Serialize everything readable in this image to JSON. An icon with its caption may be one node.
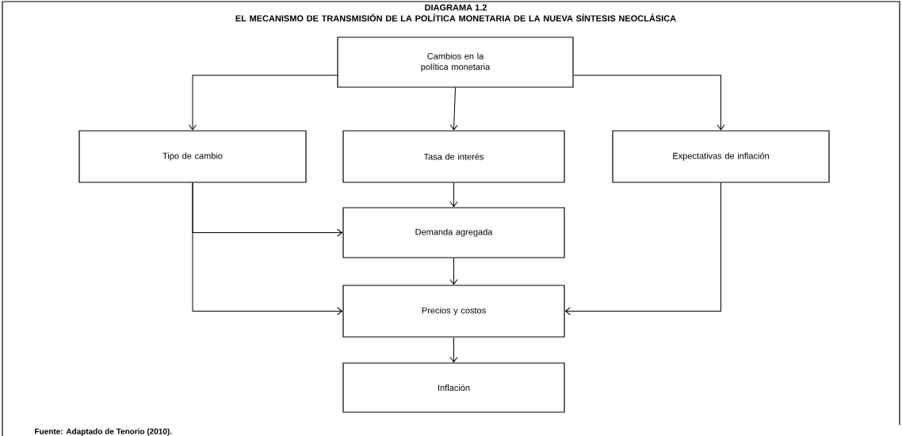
{
  "diagram": {
    "title": "DIAGRAMA 1.2",
    "caption": "Fuente: Adaptado de Tenorio (2010).",
    "labels": [
      "EL MECANISMO DE TRANSMISIÓN DE LA POLÍTICA MONETARIA DE LA NUEVA SÍNTESIS NEOCLÁSICA"
    ],
    "nodes": [
      {
        "text": [
          "Cambios en la política monetaria"
        ]
      },
      {
        "text": [
          "Tipo de cambio"
        ]
      },
      {
        "text": [
          "Tasa de interés"
        ]
      },
      {
        "text": [
          "Expectativas de inflación"
        ]
      },
      {
        "text": [
          "Demanda agregada"
        ]
      },
      {
        "text": [
          "Precios y costos"
        ]
      },
      {
        "text": [
          "Inflación"
        ]
      }
    ],
    "edges": [
      {
        "from": 0,
        "to": 1,
        "arrow": "to"
      },
      {
        "from": 0,
        "to": 2,
        "arrow": "to"
      },
      {
        "from": 0,
        "to": 3,
        "arrow": "to"
      },
      {
        "from": 2,
        "to": 4,
        "arrow": "to"
      },
      {
        "from": 1,
        "to": 4,
        "arrow": "to"
      },
      {
        "from": 1,
        "to": 5,
        "arrow": "to"
      },
      {
        "from": 3,
        "to": 5,
        "arrow": "to"
      },
      {
        "from": 4,
        "to": 5,
        "arrow": "to"
      },
      {
        "from": 5,
        "to": 6,
        "arrow": "to"
      }
    ]
  }
}
